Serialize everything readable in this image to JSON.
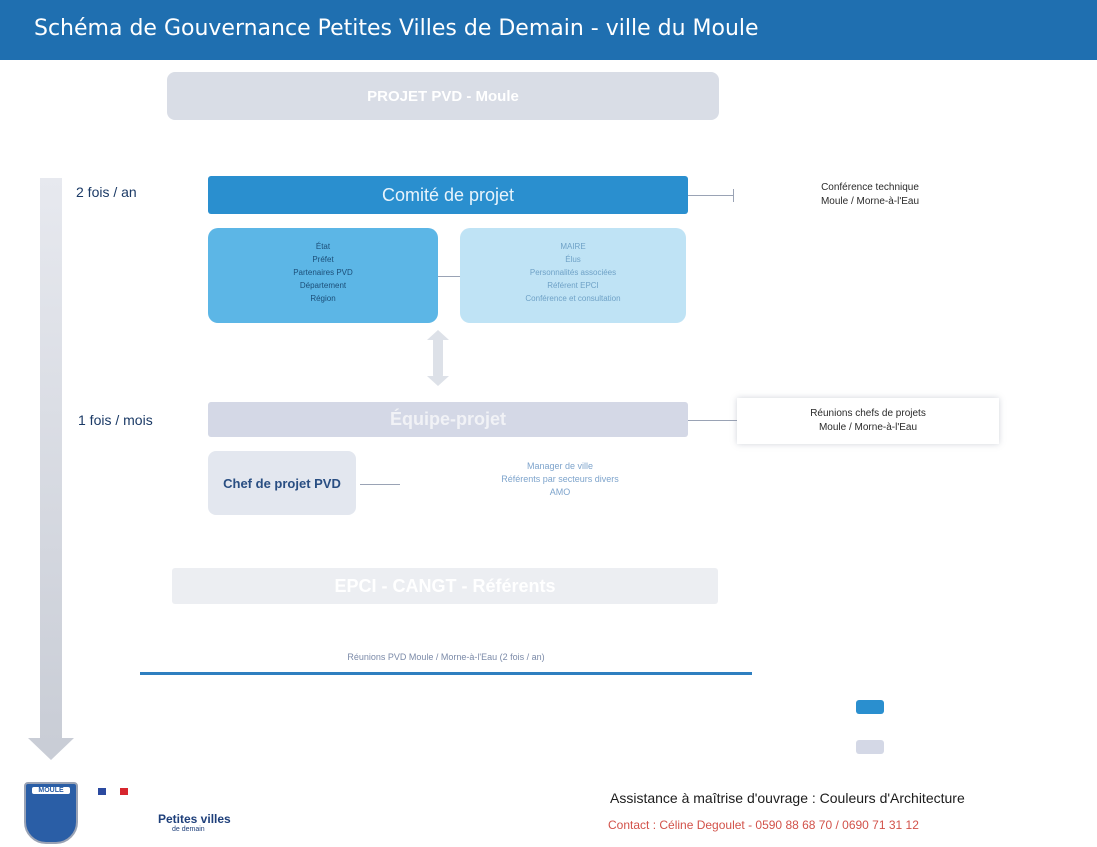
{
  "header": {
    "title": "Schéma de Gouvernance Petites Villes de Demain - ville du Moule"
  },
  "projet_box": {
    "label": "PROJET PVD - Moule"
  },
  "frequencies": {
    "comite": "2 fois / an",
    "equipe": "1 fois / mois",
    "equipe_sub": ""
  },
  "comite": {
    "label": "Comité de projet",
    "side_lines": [
      "Conférence technique",
      "Moule / Morne-à-l'Eau"
    ]
  },
  "panels": {
    "left": [
      "État",
      "Préfet",
      "Partenaires PVD",
      "Département",
      "Région"
    ],
    "right": [
      "MAIRE",
      "Élus",
      "Personnalités associées",
      "Référent EPCI",
      "Conférence et consultation"
    ]
  },
  "equipe": {
    "label": "Équipe-projet",
    "reunions_lines": [
      "Réunions chefs de projets",
      "Moule / Morne-à-l'Eau"
    ]
  },
  "chef_projet": {
    "label": "Chef de projet PVD",
    "managers": [
      "Manager de ville",
      "Référents par secteurs divers",
      "AMO"
    ]
  },
  "epci": {
    "label": "EPCI - CANGT - Référents"
  },
  "bottom": {
    "label": "Réunions PVD Moule / Morne-à-l'Eau (2 fois / an)"
  },
  "legend": [
    {
      "color": "#2a8fcf",
      "label": ""
    },
    {
      "color": "#d4d8e6",
      "label": ""
    }
  ],
  "logos": {
    "moule": "MOULE",
    "pvd": "Petites villes",
    "pvd_sub": "de demain"
  },
  "footer": {
    "line1": "Assistance à maîtrise d'ouvrage : Couleurs d'Architecture",
    "line2": "Contact : Céline Degoulet - 0590 88 68 70 / 0690 71 31 12"
  },
  "colors": {
    "header": "#1f6fb0",
    "comite": "#2a8fcf",
    "panel_left": "#5cb6e6",
    "panel_right": "#bfe3f5",
    "equipe": "#d4d8e6",
    "line": "#2f7fc0"
  }
}
